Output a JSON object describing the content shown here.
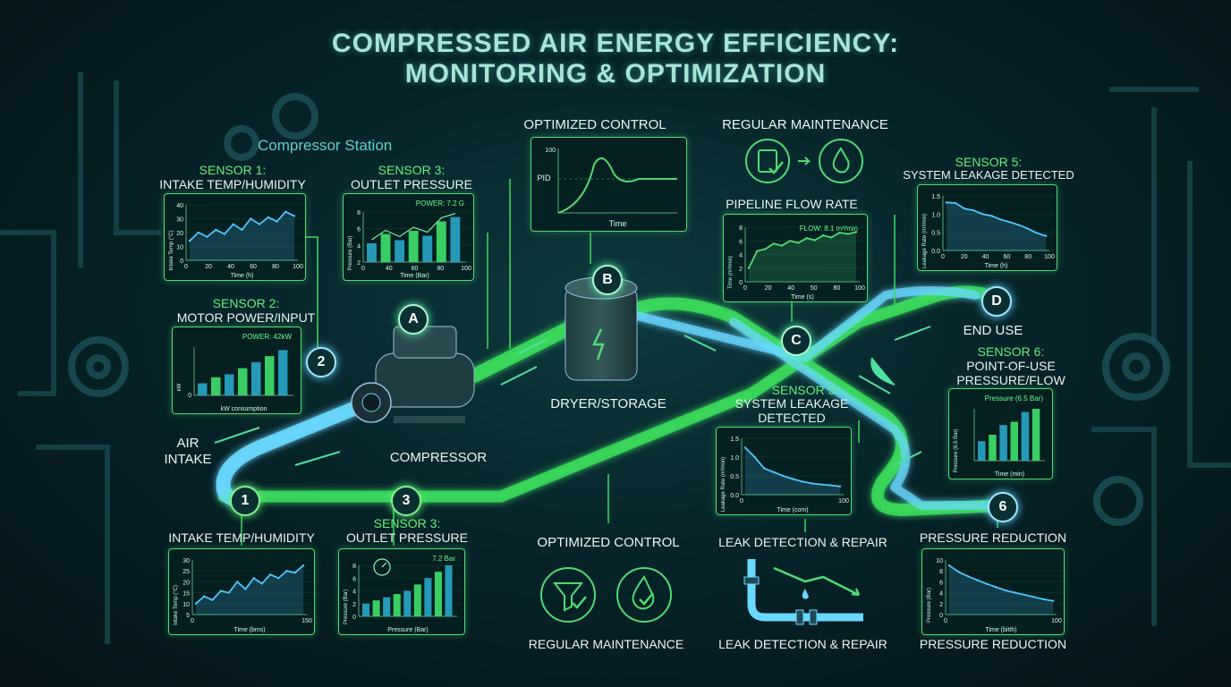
{
  "title_line1": "COMPRESSED AIR ENERGY EFFICIENCY:",
  "title_line2": "MONITORING & OPTIMIZATION",
  "labels": {
    "compressor_station": "Compressor Station",
    "s1_sensor": "SENSOR 1:",
    "s1_name": "INTAKE TEMP/HUMIDITY",
    "s3_sensor": "SENSOR 3:",
    "s3_name": "OUTLET PRESSURE",
    "optimized_control_top": "OPTIMIZED CONTROL",
    "regular_maintenance_top": "REGULAR MAINTENANCE",
    "pipeline_flow_rate": "PIPELINE FLOW RATE",
    "s5_sensor": "SENSOR 5:",
    "s5_name": "SYSTEM LEAKAGE DETECTED",
    "s2_sensor": "SENSOR 2:",
    "s2_name": "MOTOR POWER/INPUT",
    "end_use": "END USE",
    "s6_sensor": "SENSOR 6:",
    "s6_name_1": "POINT-OF-USE",
    "s6_name_2": "PRESSURE/FLOW",
    "dryer_storage": "DRYER/STORAGE",
    "s5b_sensor": "SENSOR 5:",
    "s5b_name_1": "SYSTEM LEAKAGE",
    "s5b_name_2": "DETECTED",
    "air_1": "AIR",
    "air_2": "INTAKE",
    "compressor": "COMPRESSOR",
    "b_intake": "INTAKE TEMP/HUMIDITY",
    "b_outlet_sensor": "SENSOR 3:",
    "b_outlet": "OUTLET PRESSURE",
    "b_optimized": "OPTIMIZED CONTROL",
    "b_leak": "LEAK DETECTION & REPAIR",
    "b_pressure_reduction": "PRESSURE REDUCTION",
    "b_regular_maintenance": "REGULAR MAINTENANCE",
    "b_leak_2": "LEAK DETECTION & REPAIR",
    "b_pressure_reduction_2": "PRESSURE REDUCTION"
  },
  "nodes": {
    "A": "A",
    "B": "B",
    "C": "C",
    "D": "D",
    "n1": "1",
    "n2": "2",
    "n3": "3",
    "n6": "6"
  },
  "panels": {
    "s1": {
      "xlabel": "Time (h)",
      "ylabel": "Intake Temp (°C)",
      "yticks": [
        "40",
        "30",
        "20",
        "10",
        "0"
      ],
      "xticks": [
        "0",
        "20",
        "40",
        "60",
        "80",
        "100"
      ],
      "values": [
        14,
        20,
        17,
        22,
        19,
        26,
        22,
        30,
        26,
        31,
        28,
        35,
        32
      ]
    },
    "s3": {
      "xlabel": "Time (Bar)",
      "ylabel": "Pressure (Bar)",
      "yticks": [
        "8",
        "6",
        "4",
        "2"
      ],
      "xticks": [
        "0",
        "40",
        "60",
        "80",
        "100"
      ],
      "readout": "POWER: 7.2 G",
      "values": [
        3,
        4.5,
        3.5,
        5,
        4.2,
        6.5,
        7.2
      ]
    },
    "pid": {
      "ylabel": "PID",
      "ytick": "100",
      "xlabel": "Time"
    },
    "flow": {
      "readout": "FLOW: 8.1 m³/min",
      "ylabel": "Time (m³/min)",
      "xlabel": "Time (s)",
      "yticks": [
        "8",
        "6",
        "4",
        "2",
        "0"
      ],
      "xticks": [
        "0",
        "20",
        "40",
        "50",
        "80",
        "100"
      ],
      "values": [
        2,
        4.5,
        4.8,
        5.6,
        5.3,
        6,
        5.7,
        6.4,
        6.1,
        6.8,
        6.5,
        7.2,
        7,
        7.3
      ]
    },
    "s5": {
      "ylabel": "Leakage Rate (m³/min)",
      "xlabel": "Time (h)",
      "yticks": [
        "1.5",
        "1.0",
        "0.5",
        "0.0"
      ],
      "xticks": [
        "0",
        "20",
        "40",
        "60",
        "80",
        "100"
      ],
      "values": [
        1.32,
        1.3,
        1.15,
        1.1,
        1.0,
        0.95,
        0.85,
        0.78,
        0.7,
        0.6,
        0.48,
        0.4
      ]
    },
    "s2": {
      "readout": "POWER: 42kW",
      "ylabel": "kW",
      "ytick": "0",
      "xlabel": "kW consumption",
      "values": [
        2,
        3,
        3.5,
        4.5,
        5.5,
        6.5,
        7.5
      ]
    },
    "s6": {
      "readout": "Pressure (6.5 Bar)",
      "ylabel": "Pressure (6.5 Bar)",
      "xlabel": "Time (min)",
      "values": [
        3,
        4,
        5.5,
        6,
        7.5,
        8
      ]
    },
    "s5b": {
      "ylabel": "Leakage Rate (m³/min)",
      "xlabel": "Time (com)",
      "yticks": [
        "1.5",
        "1.0",
        "0.5",
        "0.0"
      ],
      "xticks": [
        "0",
        "100"
      ],
      "values": [
        1.25,
        1.0,
        0.7,
        0.6,
        0.5,
        0.42,
        0.35,
        0.3,
        0.27,
        0.25,
        0.22
      ]
    },
    "b1": {
      "ylabel": "Intake Temp (°C)",
      "xlabel": "Time (bms)",
      "yticks": [
        "30",
        "25",
        "20",
        "15",
        "10",
        "5"
      ],
      "xticks": [
        "0",
        "150"
      ],
      "values": [
        6,
        10,
        8,
        13,
        12,
        18,
        14,
        20,
        17,
        22,
        20,
        24,
        23,
        27
      ]
    },
    "b3": {
      "readout": "7.2 Bar",
      "ylabel": "Pressure (Bar)",
      "xlabel": "Pressure (Bar)",
      "yticks": [
        "8",
        "6",
        "4",
        "2",
        "0"
      ],
      "values": [
        2,
        2.5,
        3,
        3.5,
        4,
        5,
        6,
        7,
        8
      ]
    },
    "b6": {
      "ylabel": "Pressure (Bar)",
      "xlabel": "Time (bitth)",
      "yticks": [
        "10",
        "8",
        "6",
        "4",
        "2",
        "0"
      ],
      "xticks": [
        "0",
        "100"
      ],
      "values": [
        9,
        7.8,
        7,
        6.3,
        5.6,
        5,
        4.4,
        4,
        3.6,
        3.2,
        2.8,
        2.5
      ]
    }
  },
  "colors": {
    "accent_green": "#4fdc72",
    "accent_blue": "#5fd8ff",
    "text": "#e8f6f4",
    "title": "#a7e3d9"
  }
}
